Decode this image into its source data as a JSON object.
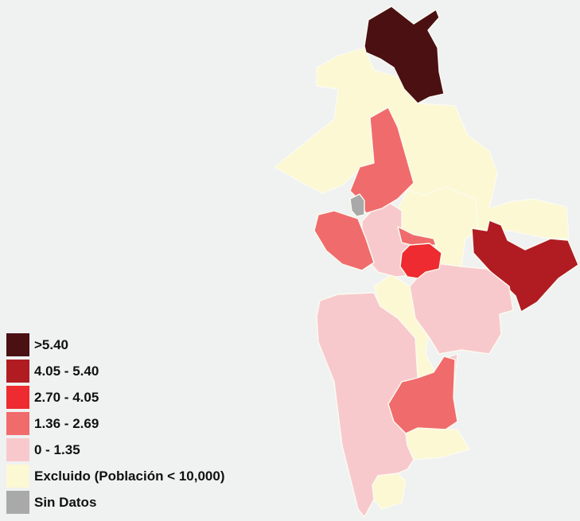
{
  "legend": {
    "items": [
      {
        "label": ">5.40",
        "color": "#4a1012"
      },
      {
        "label": "4.05 - 5.40",
        "color": "#b01c22"
      },
      {
        "label": "2.70 - 4.05",
        "color": "#ed2b30"
      },
      {
        "label": "1.36 - 2.69",
        "color": "#f06b6c"
      },
      {
        "label": "0 - 1.35",
        "color": "#f8c9cc"
      },
      {
        "label": "Excluido (Población < 10,000)",
        "color": "#fbf8d3"
      },
      {
        "label": "Sin Datos",
        "color": "#a9a9a9"
      }
    ]
  },
  "map": {
    "region_classes": {
      "north-tip": ">5.40",
      "east-border": "4.05 - 5.40",
      "center-hotspot": "2.70 - 4.05",
      "west-mid": "1.36 - 2.69",
      "south-east-mid": "1.36 - 2.69",
      "metro-south": "0 - 1.35",
      "south-band": "0 - 1.35",
      "north-band": "Excluido (Población < 10,000)",
      "no-data": "Sin Datos"
    }
  }
}
